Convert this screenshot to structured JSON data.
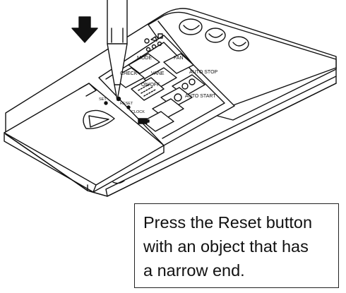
{
  "caption": {
    "lines": [
      "Press the Reset button",
      "with an object that has",
      "a narrow end."
    ]
  },
  "remote": {
    "mode_label": "MODE",
    "fan_label": "FAN",
    "check_label": "CHECK",
    "vane_label": "VANE",
    "timer_label": "ON/OFF",
    "set_label": "SET",
    "reset_label": "RESET",
    "clock_label": "CLOCK",
    "auto_stop_label": "AUTO STOP",
    "auto_start_label": "AUTO START"
  },
  "icons": {
    "arrow": "down-arrow-icon",
    "pen": "pen-icon",
    "play": "triangle-play-icon"
  }
}
